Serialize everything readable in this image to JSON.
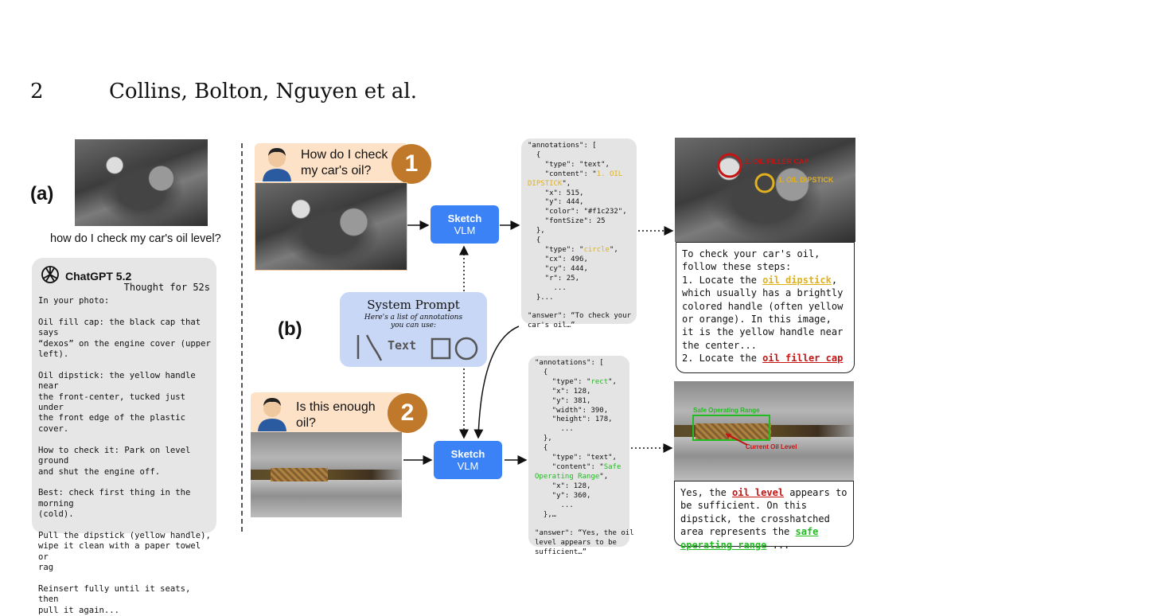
{
  "header": {
    "page_number": "2",
    "authors": "Collins, Bolton, Nguyen et al."
  },
  "labels": {
    "a": "(a)",
    "b": "(b)"
  },
  "panel_a": {
    "question": "how do I check my car's oil level?",
    "chat_title": "ChatGPT 5.2",
    "thought": "Thought for 52s",
    "body": "In your photo:\n\nOil fill cap: the black cap that says\n“dexos” on the engine cover (upper\nleft).\n\nOil dipstick: the yellow handle near\nthe front-center, tucked just under\nthe front edge of the plastic cover.\n\nHow to check it: Park on level ground\nand shut the engine off.\n\nBest: check first thing in the morning\n(cold).\n\nPull the dipstick (yellow handle),\nwipe it clean with a paper towel or\nrag\n\nReinsert fully until it seats, then\npull it again..."
  },
  "step1": {
    "question": "How do I check my car's oil?",
    "number": "1"
  },
  "step2": {
    "question": "Is this enough oil?",
    "number": "2"
  },
  "vlm": {
    "title": "Sketch",
    "subtitle": "VLM"
  },
  "system_prompt": {
    "title": "System Prompt",
    "subtitle": "Here's a list of annotations you can use:",
    "text_tool": "Text"
  },
  "json1": {
    "l1": "\"annotations\": [",
    "l2": "  {",
    "l3": "    \"type\": \"text\",",
    "l4a": "    \"content\": \"",
    "l4b": "1. OIL",
    "l5a": "DIPSTICK",
    "l5b": "\",",
    "l6": "    \"x\": 515,",
    "l7": "    \"y\": 444,",
    "l8": "    \"color\": \"#f1c232\",",
    "l9": "    \"fontSize\": 25",
    "l10": "  },",
    "l11": "  {",
    "l12a": "    \"type\": \"",
    "l12b": "circle",
    "l12c": "\",",
    "l13": "    \"cx\": 496,",
    "l14": "    \"cy\": 444,",
    "l15": "    \"r\": 25,",
    "l16": "      ...",
    "l17": "  }...",
    "l18": "\"answer\": “To check your",
    "l19": "car's oil…”"
  },
  "json2": {
    "l1": "\"annotations\": [",
    "l2": "  {",
    "l3a": "    \"type\": \"",
    "l3b": "rect",
    "l3c": "\",",
    "l4": "    \"x\": 128,",
    "l5": "    \"y\": 381,",
    "l6": "    \"width\": 390,",
    "l7": "    \"height\": 178,",
    "l8": "      ...",
    "l9": "  },",
    "l10": "  {",
    "l11": "    \"type\": \"text\",",
    "l12a": "    \"content\": \"",
    "l12b": "Safe",
    "l13a": "Operating Range",
    "l13b": "\",",
    "l14": "    \"x\": 128,",
    "l15": "    \"y\": 360,",
    "l16": "      ...",
    "l17": "  },…",
    "l18": "\"answer\": “Yes, the oil",
    "l19": "level appears to be",
    "l20": "sufficient…”"
  },
  "annot1": {
    "label_cap": "2. OIL FILLER CAP",
    "label_dip": "1. OIL DIPSTICK"
  },
  "annot2": {
    "label_range": "Safe Operating Range",
    "label_level": "Current Oil Level"
  },
  "answer1": {
    "p1": "To check your car's oil, follow these steps:",
    "p2a": "1. Locate the ",
    "p2b": "oil dipstick",
    "p2c": ", which usually has a brightly colored handle (often yellow or orange). In this image, it is the yellow handle near the center...",
    "p3a": "2. Locate the ",
    "p3b": "oil filler cap"
  },
  "answer2": {
    "a": "Yes, the ",
    "b": "oil level",
    "c": " appears to be sufficient. On this dipstick, the crosshatched area represents the ",
    "d": "safe operating range",
    "e": " ..."
  },
  "colors": {
    "accent_blue": "#3b82f6",
    "step_brown": "#c0782a",
    "yellow": "#e0b020",
    "red": "#c41414",
    "green": "#22bb22"
  }
}
